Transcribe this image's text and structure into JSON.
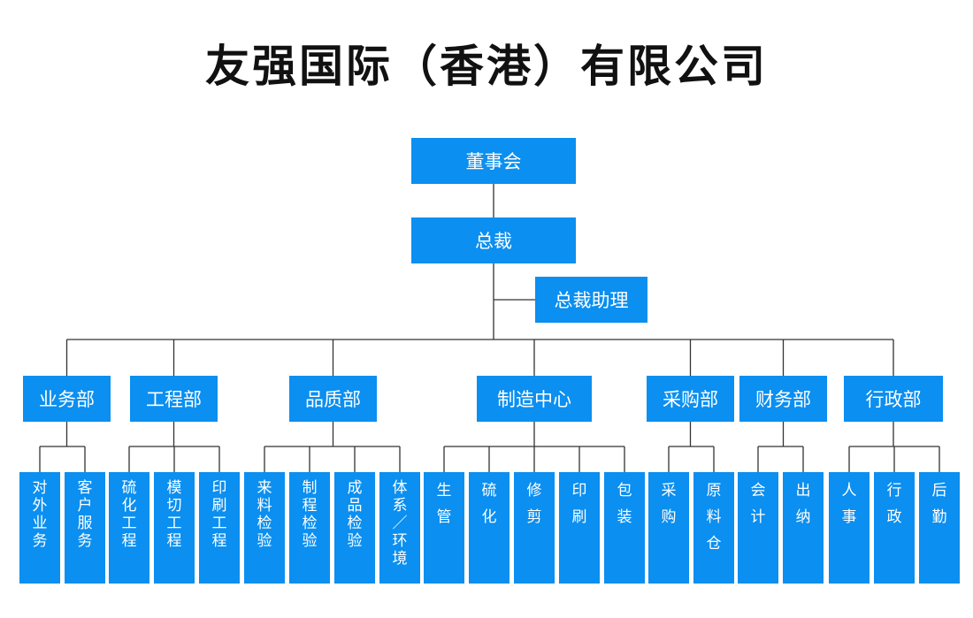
{
  "title": "友强国际（香港）有限公司",
  "colors": {
    "box": "#0b8ff0",
    "text": "#ffffff",
    "line": "#333333"
  },
  "board": "董事会",
  "president": "总裁",
  "assistant": "总裁助理",
  "departments": [
    {
      "name": "业务部",
      "units": [
        "对外业务",
        "客户服务"
      ]
    },
    {
      "name": "工程部",
      "units": [
        "硫化工程",
        "模切工程",
        "印刷工程"
      ]
    },
    {
      "name": "品质部",
      "units": [
        "来料检验",
        "制程检验",
        "成品检验",
        "体系／环境"
      ]
    },
    {
      "name": "制造中心",
      "units": [
        "生管",
        "硫化",
        "修剪",
        "印刷",
        "包装"
      ]
    },
    {
      "name": "采购部",
      "units": [
        "采购",
        "原料仓"
      ]
    },
    {
      "name": "财务部",
      "units": [
        "会计",
        "出纳"
      ]
    },
    {
      "name": "行政部",
      "units": [
        "人事",
        "行政",
        "后勤"
      ]
    }
  ]
}
